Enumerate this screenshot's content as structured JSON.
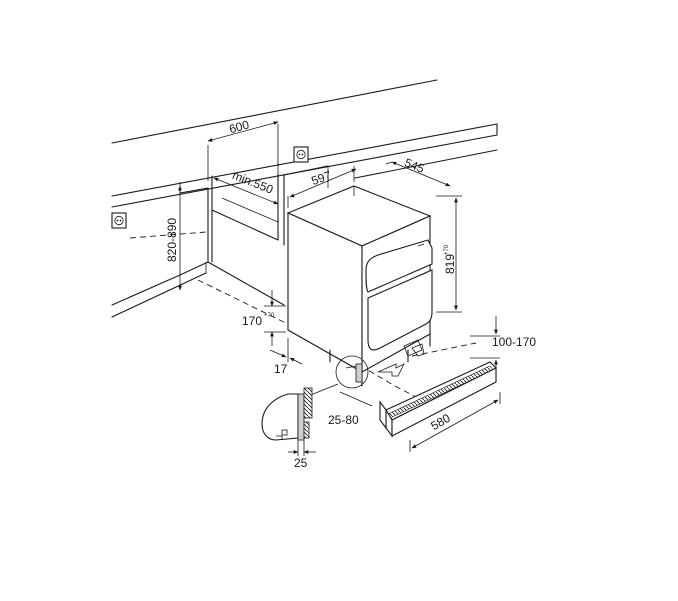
{
  "dimensions": {
    "cabinet_width": "600",
    "niche_depth": "min.550",
    "niche_height": "820-890",
    "appliance_width": "597",
    "appliance_depth": "545",
    "appliance_height": "819",
    "appliance_height_tolerance": "+70",
    "plinth_clearance": "170",
    "plinth_clearance_tolerance": "+70",
    "plinth_setback": "17",
    "plinth_height": "100-170",
    "kick_gap": "25-80",
    "vent_width": "580",
    "plinth_thickness": "25"
  }
}
